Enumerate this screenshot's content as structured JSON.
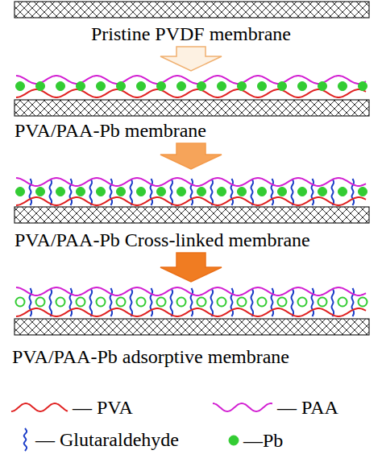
{
  "diagram": {
    "nodes": [
      {
        "text": [
          "Pristine PVDF membrane"
        ]
      },
      {
        "text": [
          "PVA/PAA-Pb membrane"
        ]
      },
      {
        "text": [
          "PVA/PAA-Pb Cross-linked membrane"
        ]
      },
      {
        "text": [
          "PVA/PAA-Pb adsorptive membrane"
        ]
      }
    ],
    "edges": [
      {
        "from": 0,
        "to": 1,
        "arrow": "to"
      },
      {
        "from": 1,
        "to": 2,
        "arrow": "to"
      },
      {
        "from": 2,
        "to": 3,
        "arrow": "to"
      }
    ],
    "legend": [
      {
        "text": "— PVA"
      },
      {
        "text": "— PAA"
      },
      {
        "text": "— Glutaraldehyde"
      },
      {
        "text": "—Pb"
      }
    ]
  }
}
